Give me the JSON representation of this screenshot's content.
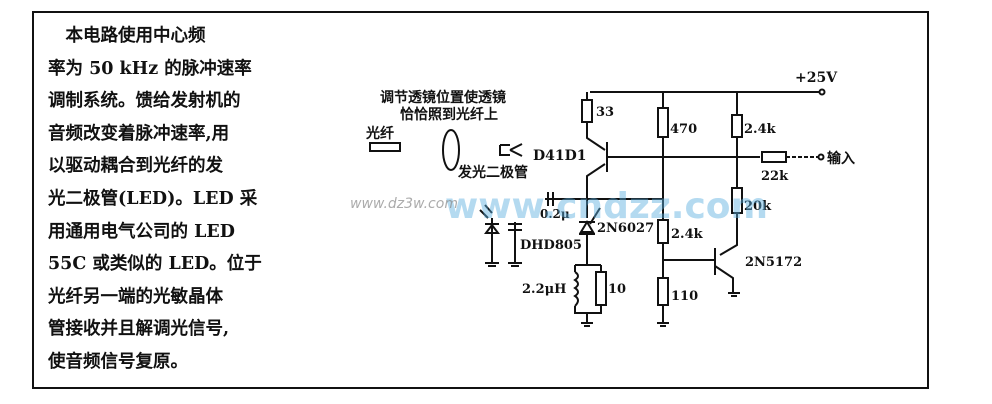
{
  "description": {
    "lines": [
      "　本电路使用中心频",
      "率为 50 kHz 的脉冲速率",
      "调制系统。馈给发射机的",
      "音频改变着脉冲速率,用",
      "以驱动耦合到光纤的发",
      "光二极管(LED)。LED 采",
      "用通用电气公司的 LED",
      "55C 或类似的 LED。位于",
      "光纤另一端的光敏晶体",
      "管接收并且解调光信号,",
      "使音频信号复原。"
    ]
  },
  "circuit": {
    "supply": "+25V",
    "input": "输入",
    "lens_note_1": "调节透镜位置使透镜",
    "lens_note_2": "恰恰照到光纤上",
    "fiber": "光纤",
    "led_label": "发光二极管",
    "q1": "D41D1",
    "q2": "2N5172",
    "put": "2N6027",
    "diode": "DHD805",
    "r_33": "33",
    "r_470": "470",
    "r_2_4k_top": "2.4k",
    "r_22k": "22k",
    "r_20k": "20k",
    "r_2_4k_mid": "2.4k",
    "r_110": "110",
    "r_10": "10",
    "l_2_2uH": "2.2μH",
    "c_0_2u": "0.2μ"
  },
  "watermark": {
    "main": "www.cndzz.com",
    "small": "www.dz3w.com",
    "color": "#5aaee0"
  }
}
